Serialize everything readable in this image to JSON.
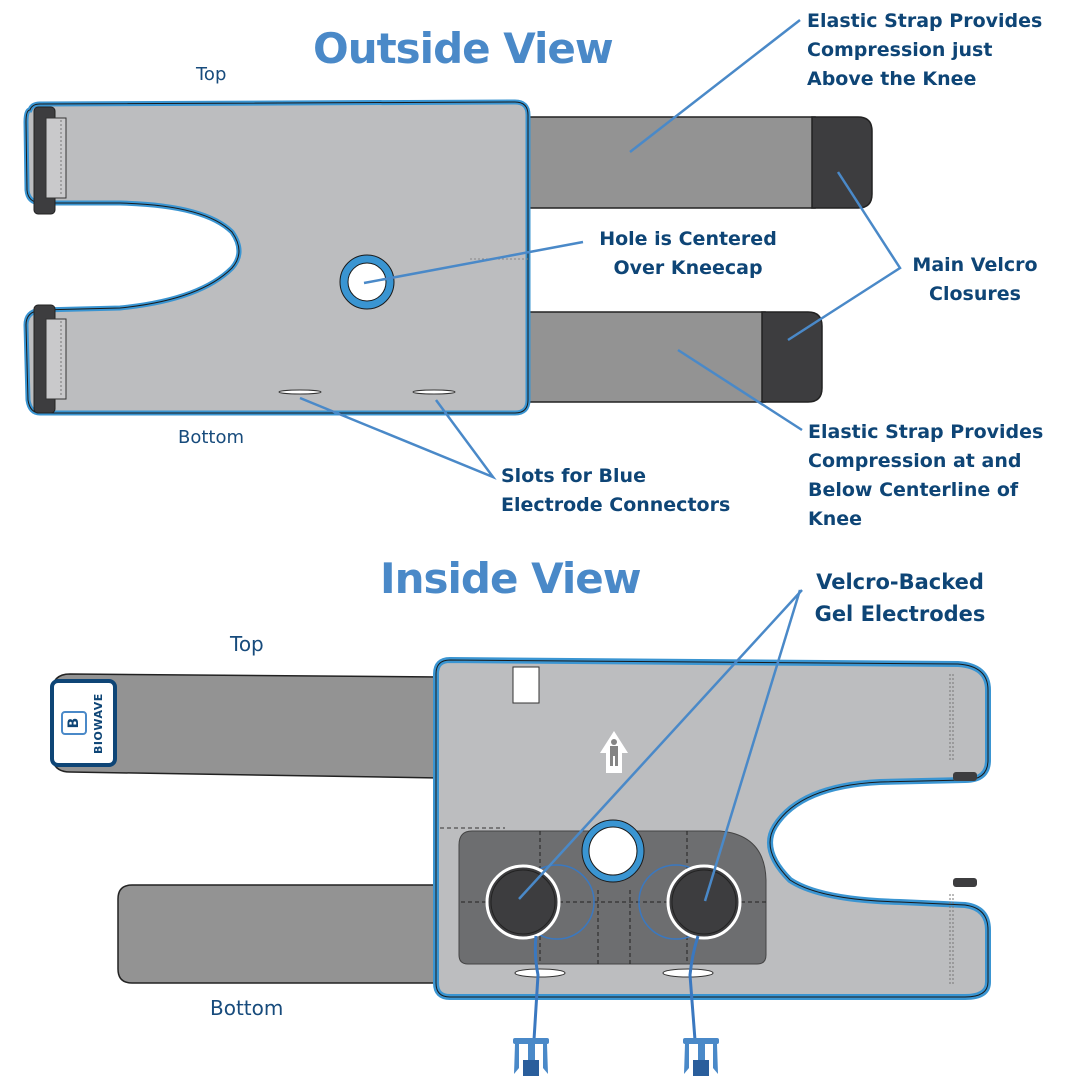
{
  "outside_view": {
    "title": "Outside View",
    "top_label": "Top",
    "bottom_label": "Bottom",
    "callouts": {
      "upper_strap": [
        "Elastic Strap Provides",
        "Compression just",
        "Above the Knee"
      ],
      "hole": [
        "Hole is Centered",
        "Over Kneecap"
      ],
      "velcro": [
        "Main Velcro",
        "Closures"
      ],
      "lower_strap": [
        "Elastic Strap Provides",
        "Compression at and",
        "Below Centerline of",
        "Knee"
      ],
      "slots": [
        "Slots for Blue",
        "Electrode Connectors"
      ]
    }
  },
  "inside_view": {
    "title": "Inside View",
    "top_label": "Top",
    "bottom_label": "Bottom",
    "callouts": {
      "electrodes": [
        "Velcro-Backed",
        "Gel Electrodes"
      ]
    },
    "logo": {
      "letter": "B",
      "brand": "BIOWAVE"
    }
  },
  "colors": {
    "accent_blue": "#3a95d2",
    "callout_line": "#4a89c8",
    "title_blue": "#4a89c8",
    "label_navy": "#0e4576",
    "fabric_light": "#bcbdbf",
    "strap_gray": "#939393",
    "velcro_dark": "#3d3d3f",
    "pad_gray": "#6d6e70"
  }
}
